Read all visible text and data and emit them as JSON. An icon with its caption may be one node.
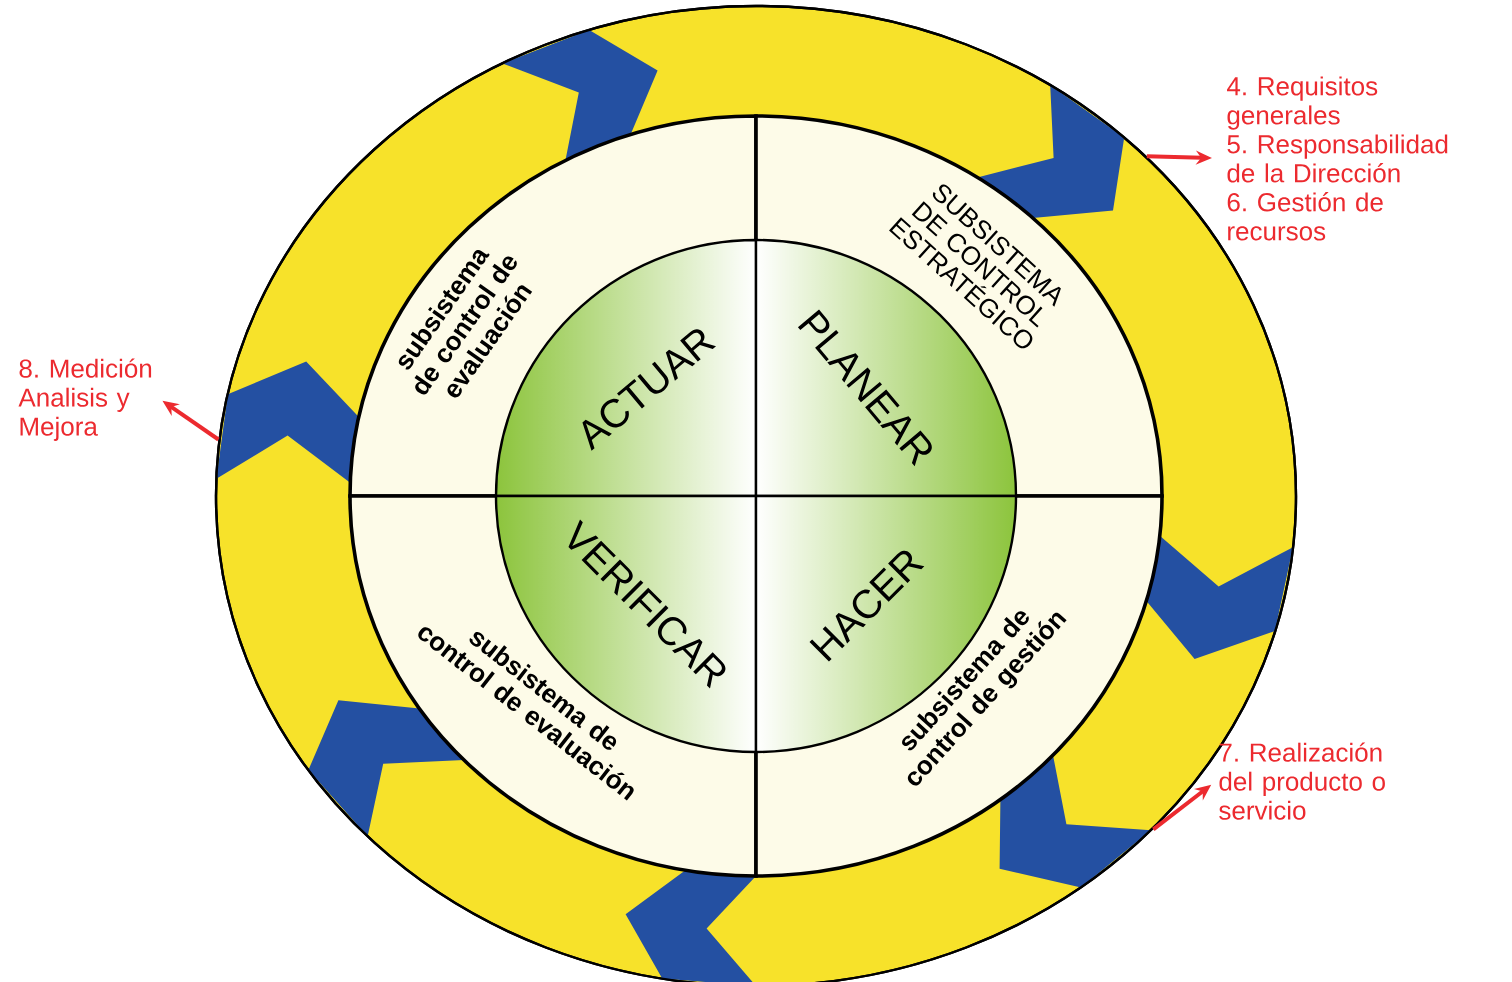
{
  "diagram": {
    "nodes": [
      {
        "text": [],
        "shape": "circle"
      },
      {
        "text": [
          "subsistema de control de evaluación"
        ],
        "in": 0
      },
      {
        "text": [
          "SUBSISTEMA DE CONTROL ESTRATÉGICO"
        ],
        "in": 0
      },
      {
        "text": [
          "subsistema de control de evaluación"
        ],
        "in": 0
      },
      {
        "text": [
          "subsistema de control de gestión"
        ],
        "in": 0
      },
      {
        "text": [
          "ACTUAR"
        ],
        "in": 1
      },
      {
        "text": [
          "PLANEAR"
        ],
        "in": 2
      },
      {
        "text": [
          "VERIFICAR"
        ],
        "in": 3
      },
      {
        "text": [
          "HACER"
        ],
        "in": 4
      },
      {
        "text": [
          "4. Requisitos generales",
          "5. Responsabilidad de la Dirección",
          "6. Gestión de recursos"
        ]
      },
      {
        "text": [
          "8. Medición Analisis y Mejora"
        ]
      },
      {
        "text": [
          "7. Realización del producto o servicio"
        ]
      }
    ],
    "edges": [
      {
        "from": 0,
        "to": 9,
        "arrow": "to"
      },
      {
        "from": 0,
        "to": 10,
        "arrow": "to"
      },
      {
        "from": 0,
        "to": 11,
        "arrow": "to"
      }
    ]
  }
}
